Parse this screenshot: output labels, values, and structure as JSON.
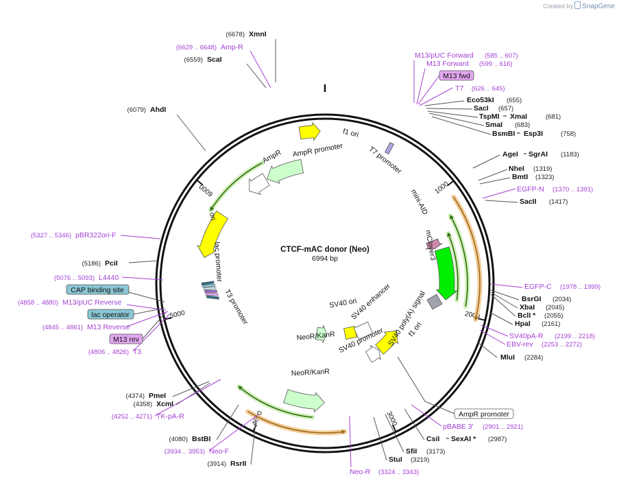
{
  "watermark": {
    "prefix": "Created by",
    "brand": "SnapGene"
  },
  "map": {
    "title": "CTCF-mAC donor (Neo)",
    "subtitle": "6994 bp",
    "length": 6994,
    "ticks": [
      {
        "pos": 1000,
        "label": "1000"
      },
      {
        "pos": 2000,
        "label": "2000"
      },
      {
        "pos": 3000,
        "label": "3000"
      },
      {
        "pos": 4000,
        "label": "4000"
      },
      {
        "pos": 5000,
        "label": "5000"
      },
      {
        "pos": 6000,
        "label": "6000"
      }
    ]
  },
  "colors": {
    "backbone": "#111111",
    "primer": "#a23fd3",
    "ori": "#ffff00",
    "ampr": "#ccffcc",
    "mclover": "#00ee00",
    "miniaid": "#cc88aa",
    "polyA": "#a0a4aa",
    "promoter": "#ffffff",
    "frag": "#2d6a10",
    "frag_orange": "#f3c98e",
    "protein_box": "#8ac6d4",
    "mrev_box": "#e1a6ee"
  },
  "sites": [
    {
      "name": "XmnI",
      "pos": "(6678)"
    },
    {
      "name": "ScaI",
      "pos": "(6559)"
    },
    {
      "name": "AhdI",
      "pos": "(6079)"
    },
    {
      "name": "Eco53kI",
      "pos": "(655)"
    },
    {
      "name": "SacI",
      "pos": "(657)"
    },
    {
      "name": "TspMI",
      "name2": "XmaI",
      "pos": "(681)"
    },
    {
      "name": "SmaI",
      "pos": "(683)"
    },
    {
      "name": "BsmBI",
      "name2": "Esp3I",
      "pos": "(758)"
    },
    {
      "name": "AgeI",
      "name2": "SgrAI",
      "pos": "(1183)"
    },
    {
      "name": "NheI",
      "pos": "(1319)"
    },
    {
      "name": "BmtI",
      "pos": "(1323)"
    },
    {
      "name": "SacII",
      "pos": "(1417)"
    },
    {
      "name": "BsrGI",
      "pos": "(2034)"
    },
    {
      "name": "XbaI",
      "pos": "(2045)"
    },
    {
      "name": "BclI *",
      "pos": "(2055)"
    },
    {
      "name": "HpaI",
      "pos": "(2161)"
    },
    {
      "name": "MluI",
      "pos": "(2284)"
    },
    {
      "name": "CsiI",
      "name2": "SexAI *",
      "pos": "(2987)"
    },
    {
      "name": "SfiI",
      "pos": "(3173)"
    },
    {
      "name": "StuI",
      "pos": "(3219)"
    },
    {
      "name": "RsrII",
      "pos": "(3914)"
    },
    {
      "name": "BstBI",
      "pos": "(4080)"
    },
    {
      "name": "PmeI",
      "pos": "(4374)"
    },
    {
      "name": "XcmI",
      "pos": "(4358)"
    },
    {
      "name": "PciI",
      "pos": "(5186)"
    }
  ],
  "primers": [
    {
      "name": "Amp-R",
      "range": "(6629 .. 6648)"
    },
    {
      "name": "M13/pUC Forward",
      "range": "(585 .. 607)"
    },
    {
      "name": "M13 Forward",
      "range": "(599 .. 616)"
    },
    {
      "name": "T7",
      "range": "(626 .. 645)"
    },
    {
      "name": "EGFP-N",
      "range": "(1370 .. 1391)"
    },
    {
      "name": "EGFP-C",
      "range": "(1978 .. 1999)"
    },
    {
      "name": "SV40pA-R",
      "range": "(2199 .. 2218)"
    },
    {
      "name": "EBV-rev",
      "range": "(2253 .. 2272)"
    },
    {
      "name": "pBABE 3'",
      "range": "(2901 .. 2921)"
    },
    {
      "name": "Neo-R",
      "range": "(3324 .. 3343)"
    },
    {
      "name": "Neo-F",
      "range": "(3934 .. 3953)"
    },
    {
      "name": "TK-pA-R",
      "range": "(4252 .. 4271)"
    },
    {
      "name": "T3",
      "range": "(4806 .. 4826)"
    },
    {
      "name": "M13 Reverse",
      "range": "(4845 .. 4861)"
    },
    {
      "name": "M13/pUC Reverse",
      "range": "(4858 .. 4880)"
    },
    {
      "name": "L4440",
      "range": "(5076 .. 5093)"
    },
    {
      "name": "pBR322ori-F",
      "range": "(5327 .. 5346)"
    }
  ],
  "boxes": {
    "m13fwd": "M13 fwd",
    "cap": "CAP binding site",
    "lacop": "lac operator",
    "m13rev": "M13 rev",
    "amprprom": "AmpR promoter"
  },
  "features": {
    "f1ori": "f1 ori",
    "t7prom": "T7 promoter",
    "miniaid": "mini-AID",
    "mclover3": "mClover3",
    "sv40polya": "SV40 poly(A) signal",
    "f1ori2": "f1 ori",
    "sv40prom": "SV40 promoter",
    "sv40ori": "SV40 ori",
    "sv40enh": "SV40 enhancer",
    "neokan1": "NeoR/KanR",
    "neokan2": "NeoR/KanR",
    "t3prom": "T3 promoter",
    "lacprom": "lac promoter",
    "ori": "ori",
    "ampr": "AmpR",
    "amprprom": "AmpR promoter"
  }
}
